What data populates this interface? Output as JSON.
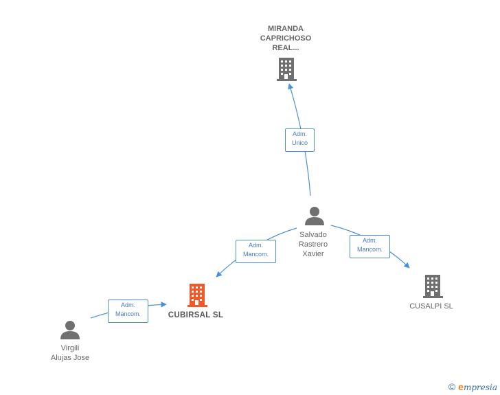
{
  "nodes": {
    "miranda": {
      "label_lines": [
        "MIRANDA",
        "CAPRICHOSO",
        "REAL..."
      ],
      "type": "company",
      "color": "#707070"
    },
    "salvado": {
      "label_lines": [
        "Salvado",
        "Rastrero",
        "Xavier"
      ],
      "type": "person",
      "color": "#707070"
    },
    "cubirsal": {
      "label": "CUBIRSAL SL",
      "type": "company",
      "color": "#f05a28"
    },
    "cusalpi": {
      "label": "CUSALPI SL",
      "type": "company",
      "color": "#707070"
    },
    "virgili": {
      "label_lines": [
        "Virgili",
        "Alujas Jose"
      ],
      "type": "person",
      "color": "#707070"
    }
  },
  "edges": {
    "salvado_miranda": {
      "lines": [
        "Adm.",
        "Unico"
      ]
    },
    "salvado_cubirsal": {
      "lines": [
        "Adm.",
        "Mancom."
      ]
    },
    "salvado_cusalpi": {
      "lines": [
        "Adm.",
        "Mancom."
      ]
    },
    "virgili_cubirsal": {
      "lines": [
        "Adm.",
        "Mancom."
      ]
    }
  },
  "edge_color": "#4a90d9",
  "footer": {
    "copyright": "©",
    "brand_initial": "e",
    "brand_rest": "mpresia"
  }
}
